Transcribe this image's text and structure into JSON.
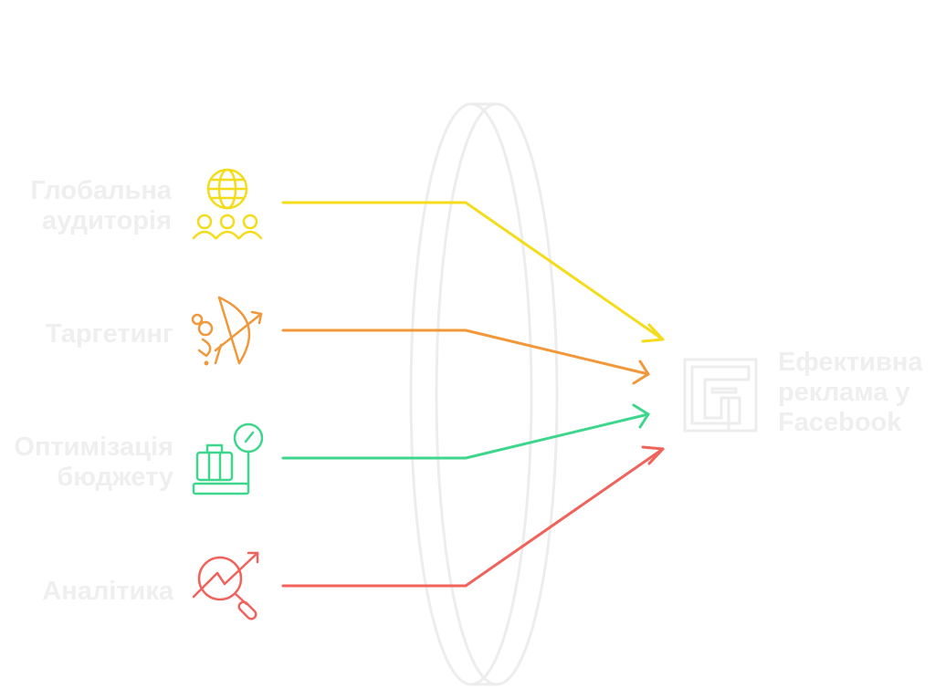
{
  "inputs": [
    {
      "line1": "Глобальна",
      "line2": "аудиторія",
      "icon": "globe-people-icon",
      "color": "#f4dc1a"
    },
    {
      "line1": "Таргетинг",
      "line2": "",
      "icon": "archery-icon",
      "color": "#f0983a"
    },
    {
      "line1": "Оптимізація",
      "line2": "бюджету",
      "icon": "briefcase-scale-icon",
      "color": "#3dd68c"
    },
    {
      "line1": "Аналітика",
      "line2": "",
      "icon": "analytics-magnifier-icon",
      "color": "#f0625a"
    }
  ],
  "output": {
    "line1": "Ефективна",
    "line2": "реклама у",
    "line3": "Facebook",
    "icon": "facebook-logo-outline-icon"
  },
  "colors": {
    "label_text": "#efefef",
    "lens": "#ededed"
  }
}
